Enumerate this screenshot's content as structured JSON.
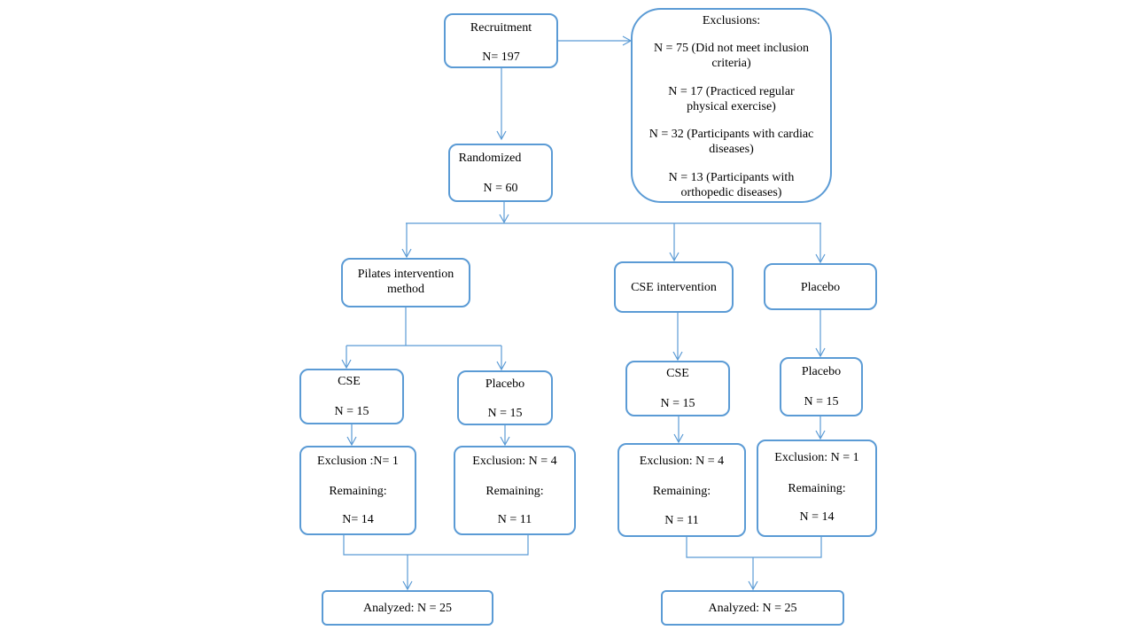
{
  "recruitment": {
    "title": "Recruitment",
    "n": "N= 197"
  },
  "exclusions": {
    "title": "Exclusions:",
    "items": [
      "N = 75  (Did not meet inclusion criteria)",
      "N = 17  (Practiced regular physical exercise)",
      "N = 32  (Participants with cardiac diseases)",
      "N = 13  (Participants with orthopedic diseases)"
    ]
  },
  "randomized": {
    "title": "Randomized",
    "n": "N = 60"
  },
  "arms": [
    {
      "label": "Pilates intervention method"
    },
    {
      "label": "CSE intervention"
    },
    {
      "label": "Placebo"
    }
  ],
  "groups": [
    {
      "title": "CSE",
      "n": "N = 15"
    },
    {
      "title": "Placebo",
      "n": "N = 15"
    },
    {
      "title": "CSE",
      "n": "N = 15"
    },
    {
      "title": "Placebo",
      "n": "N = 15"
    }
  ],
  "followup": [
    {
      "exclusion": "Exclusion  :N= 1",
      "remaining_label": "Remaining:",
      "remaining": "N= 14"
    },
    {
      "exclusion": "Exclusion:  N = 4",
      "remaining_label": "Remaining:",
      "remaining": "N = 11"
    },
    {
      "exclusion": "Exclusion:  N = 4",
      "remaining_label": "Remaining:",
      "remaining": "N = 11"
    },
    {
      "exclusion": "Exclusion:  N = 1",
      "remaining_label": "Remaining:",
      "remaining": "N = 14"
    }
  ],
  "analyzed": [
    {
      "label": "Analyzed:  N = 25"
    },
    {
      "label": "Analyzed:  N = 25"
    }
  ],
  "colors": {
    "line": "#5b9bd5",
    "text": "#000000",
    "background": "#ffffff"
  }
}
